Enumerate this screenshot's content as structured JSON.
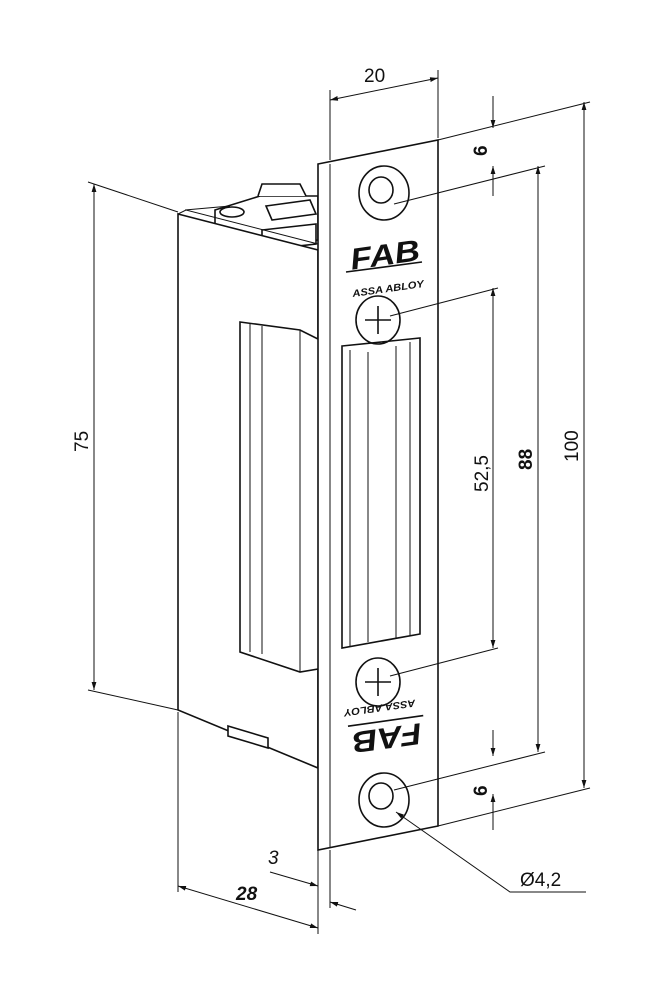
{
  "dimensions": {
    "width_top": "20",
    "top_offset": "6",
    "bottom_offset": "6",
    "body_height": "75",
    "screw_spacing": "52,5",
    "hole_spacing": "88",
    "total_height": "100",
    "faceplate_thickness": "3",
    "depth": "28",
    "hole_diameter": "Ø4,2"
  },
  "branding": {
    "logo": "FAB",
    "sub_logo": "ASSA ABLOY"
  },
  "colors": {
    "line": "#111111",
    "background": "#ffffff"
  }
}
